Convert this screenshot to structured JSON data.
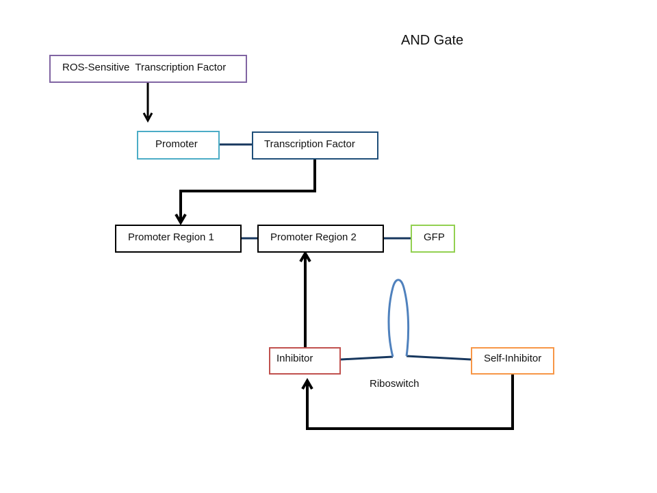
{
  "diagram": {
    "title": "AND Gate",
    "caption": "Riboswitch",
    "nodes": {
      "ros_tf": {
        "label": "ROS-Sensitive  Transcription Factor",
        "color": "#8064a2"
      },
      "promoter": {
        "label": "Promoter",
        "color": "#4bacc6"
      },
      "transcription_factor": {
        "label": "Transcription Factor",
        "color": "#1f4e79"
      },
      "promoter_region_1": {
        "label": "Promoter Region 1",
        "color": "#000000"
      },
      "promoter_region_2": {
        "label": "Promoter Region 2",
        "color": "#000000"
      },
      "gfp": {
        "label": "GFP",
        "color": "#92d050"
      },
      "inhibitor": {
        "label": "Inhibitor",
        "color": "#c0504d"
      },
      "self_inhibitor": {
        "label": "Self-Inhibitor",
        "color": "#f79646"
      }
    },
    "colors": {
      "connector": "#17375e",
      "arrow": "#000000",
      "riboswitch_loop": "#4f81bd"
    }
  }
}
